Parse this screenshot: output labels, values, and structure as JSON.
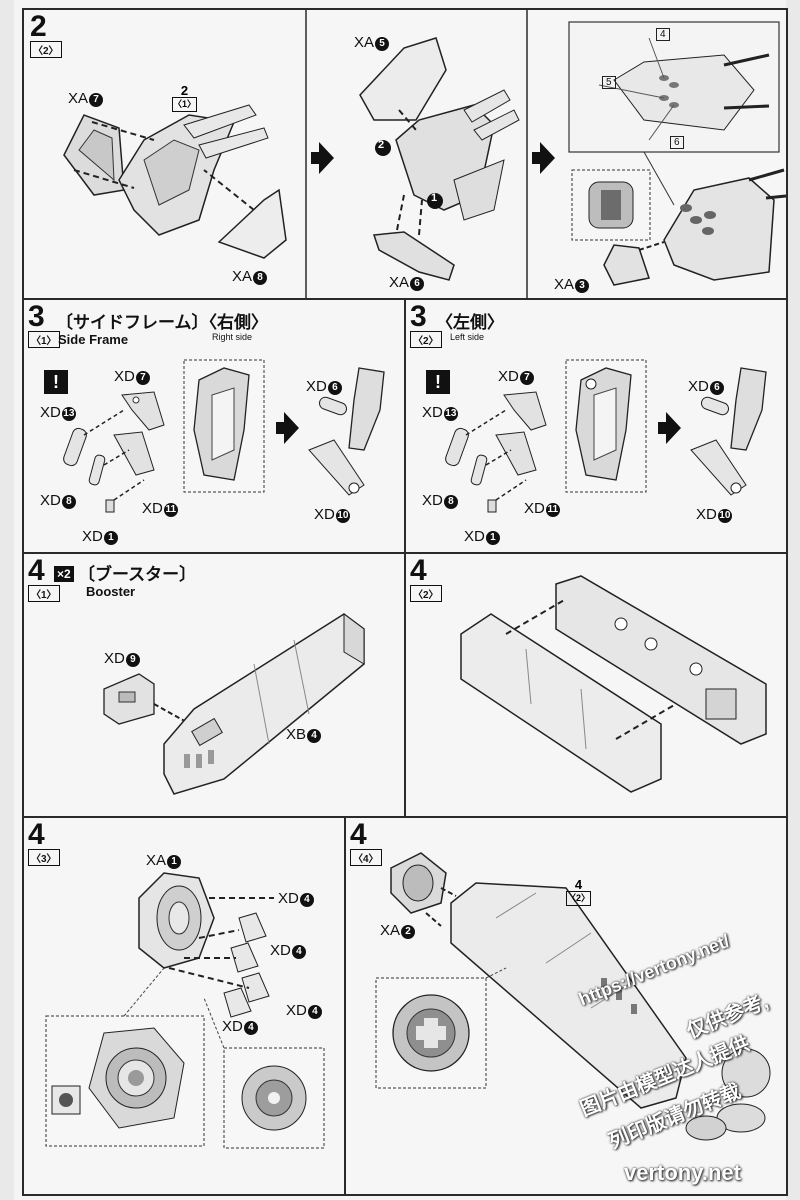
{
  "step2": {
    "num": "2",
    "sub": "〈2〉",
    "labels": {
      "xa7": "XA",
      "xa7n": "7",
      "ref_num": "2",
      "ref_sub": "〈1〉",
      "xa8": "XA",
      "xa8n": "8",
      "xa5": "XA",
      "xa5n": "5",
      "xa6": "XA",
      "xa6n": "6",
      "order1": "1",
      "order2": "2",
      "xa3": "XA",
      "xa3n": "3",
      "sticker4": "4",
      "sticker5": "5",
      "sticker6": "6"
    }
  },
  "step3_1": {
    "num": "3",
    "sub": "〈1〉",
    "jp": "〔サイドフレーム〕〈右側〉",
    "en": "Side Frame",
    "side": "Right side",
    "labels": {
      "xd7": "XD",
      "xd7n": "7",
      "xd13": "XD",
      "xd13n": "13",
      "xd8": "XD",
      "xd8n": "8",
      "xd1": "XD",
      "xd1n": "1",
      "xd11": "XD",
      "xd11n": "11",
      "xd6": "XD",
      "xd6n": "6",
      "xd10": "XD",
      "xd10n": "10"
    }
  },
  "step3_2": {
    "num": "3",
    "sub": "〈2〉",
    "jp": "〈左側〉",
    "side": "Left side",
    "labels": {
      "xd7": "XD",
      "xd7n": "7",
      "xd13": "XD",
      "xd13n": "13",
      "xd8": "XD",
      "xd8n": "8",
      "xd1": "XD",
      "xd1n": "1",
      "xd11": "XD",
      "xd11n": "11",
      "xd6": "XD",
      "xd6n": "6",
      "xd10": "XD",
      "xd10n": "10"
    }
  },
  "step4_1": {
    "num": "4",
    "sub": "〈1〉",
    "multiplier": "×2",
    "jp": "〔ブースター〕",
    "en": "Booster",
    "labels": {
      "xd9": "XD",
      "xd9n": "9",
      "xb4": "XB",
      "xb4n": "4"
    }
  },
  "step4_2": {
    "num": "4",
    "sub": "〈2〉"
  },
  "step4_3": {
    "num": "4",
    "sub": "〈3〉",
    "labels": {
      "xa1": "XA",
      "xa1n": "1",
      "xd4": "XD",
      "xd4n": "4"
    }
  },
  "step4_4": {
    "num": "4",
    "sub": "〈4〉",
    "labels": {
      "xa2": "XA",
      "xa2n": "2",
      "ref_num": "4",
      "ref_sub": "〈2〉"
    }
  },
  "watermark": {
    "url": "https://vertony.net/",
    "cn1": "仅供参考,",
    "cn2": "图片由模型达人提供",
    "cn3": "列印版请勿转载",
    "site": "vertony.net"
  }
}
